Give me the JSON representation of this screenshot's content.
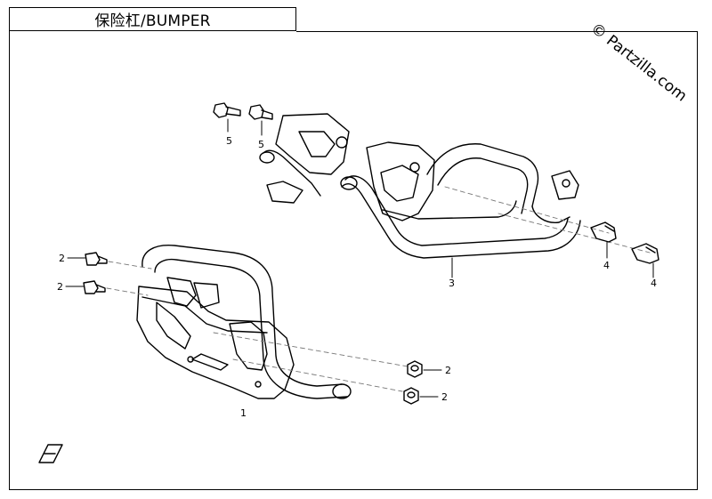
{
  "title": "保险杠/BUMPER",
  "watermark": "© Partzilla.com",
  "callouts": {
    "c5a": "5",
    "c5b": "5",
    "c4a": "4",
    "c4b": "4",
    "c3": "3",
    "c2a": "2",
    "c2b": "2",
    "c2c": "2",
    "c2d": "2",
    "c1": "1"
  },
  "colors": {
    "line": "#000000",
    "dash": "#777777",
    "background": "#ffffff"
  }
}
